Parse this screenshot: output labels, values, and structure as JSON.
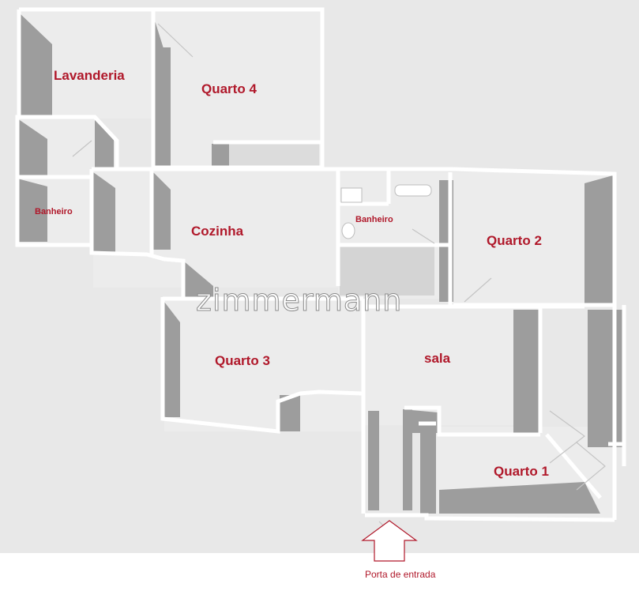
{
  "rooms": {
    "lavanderia": "Lavanderia",
    "quarto4": "Quarto 4",
    "banheiro_left": "Banheiro",
    "cozinha": "Cozinha",
    "banheiro_center": "Banheiro",
    "quarto2": "Quarto 2",
    "quarto3": "Quarto 3",
    "sala": "sala",
    "quarto1": "Quarto 1"
  },
  "watermark": "zimmermann",
  "entrance": {
    "caption": "Porta de entrada",
    "icon": "up-arrow-icon"
  },
  "colors": {
    "label": "#b0182a",
    "wall_top": "#ffffff",
    "wall_side": "#9a9a9a",
    "floor": "#e3e3e3",
    "room_floor": "#ececec",
    "background": "#e8e8e8"
  }
}
